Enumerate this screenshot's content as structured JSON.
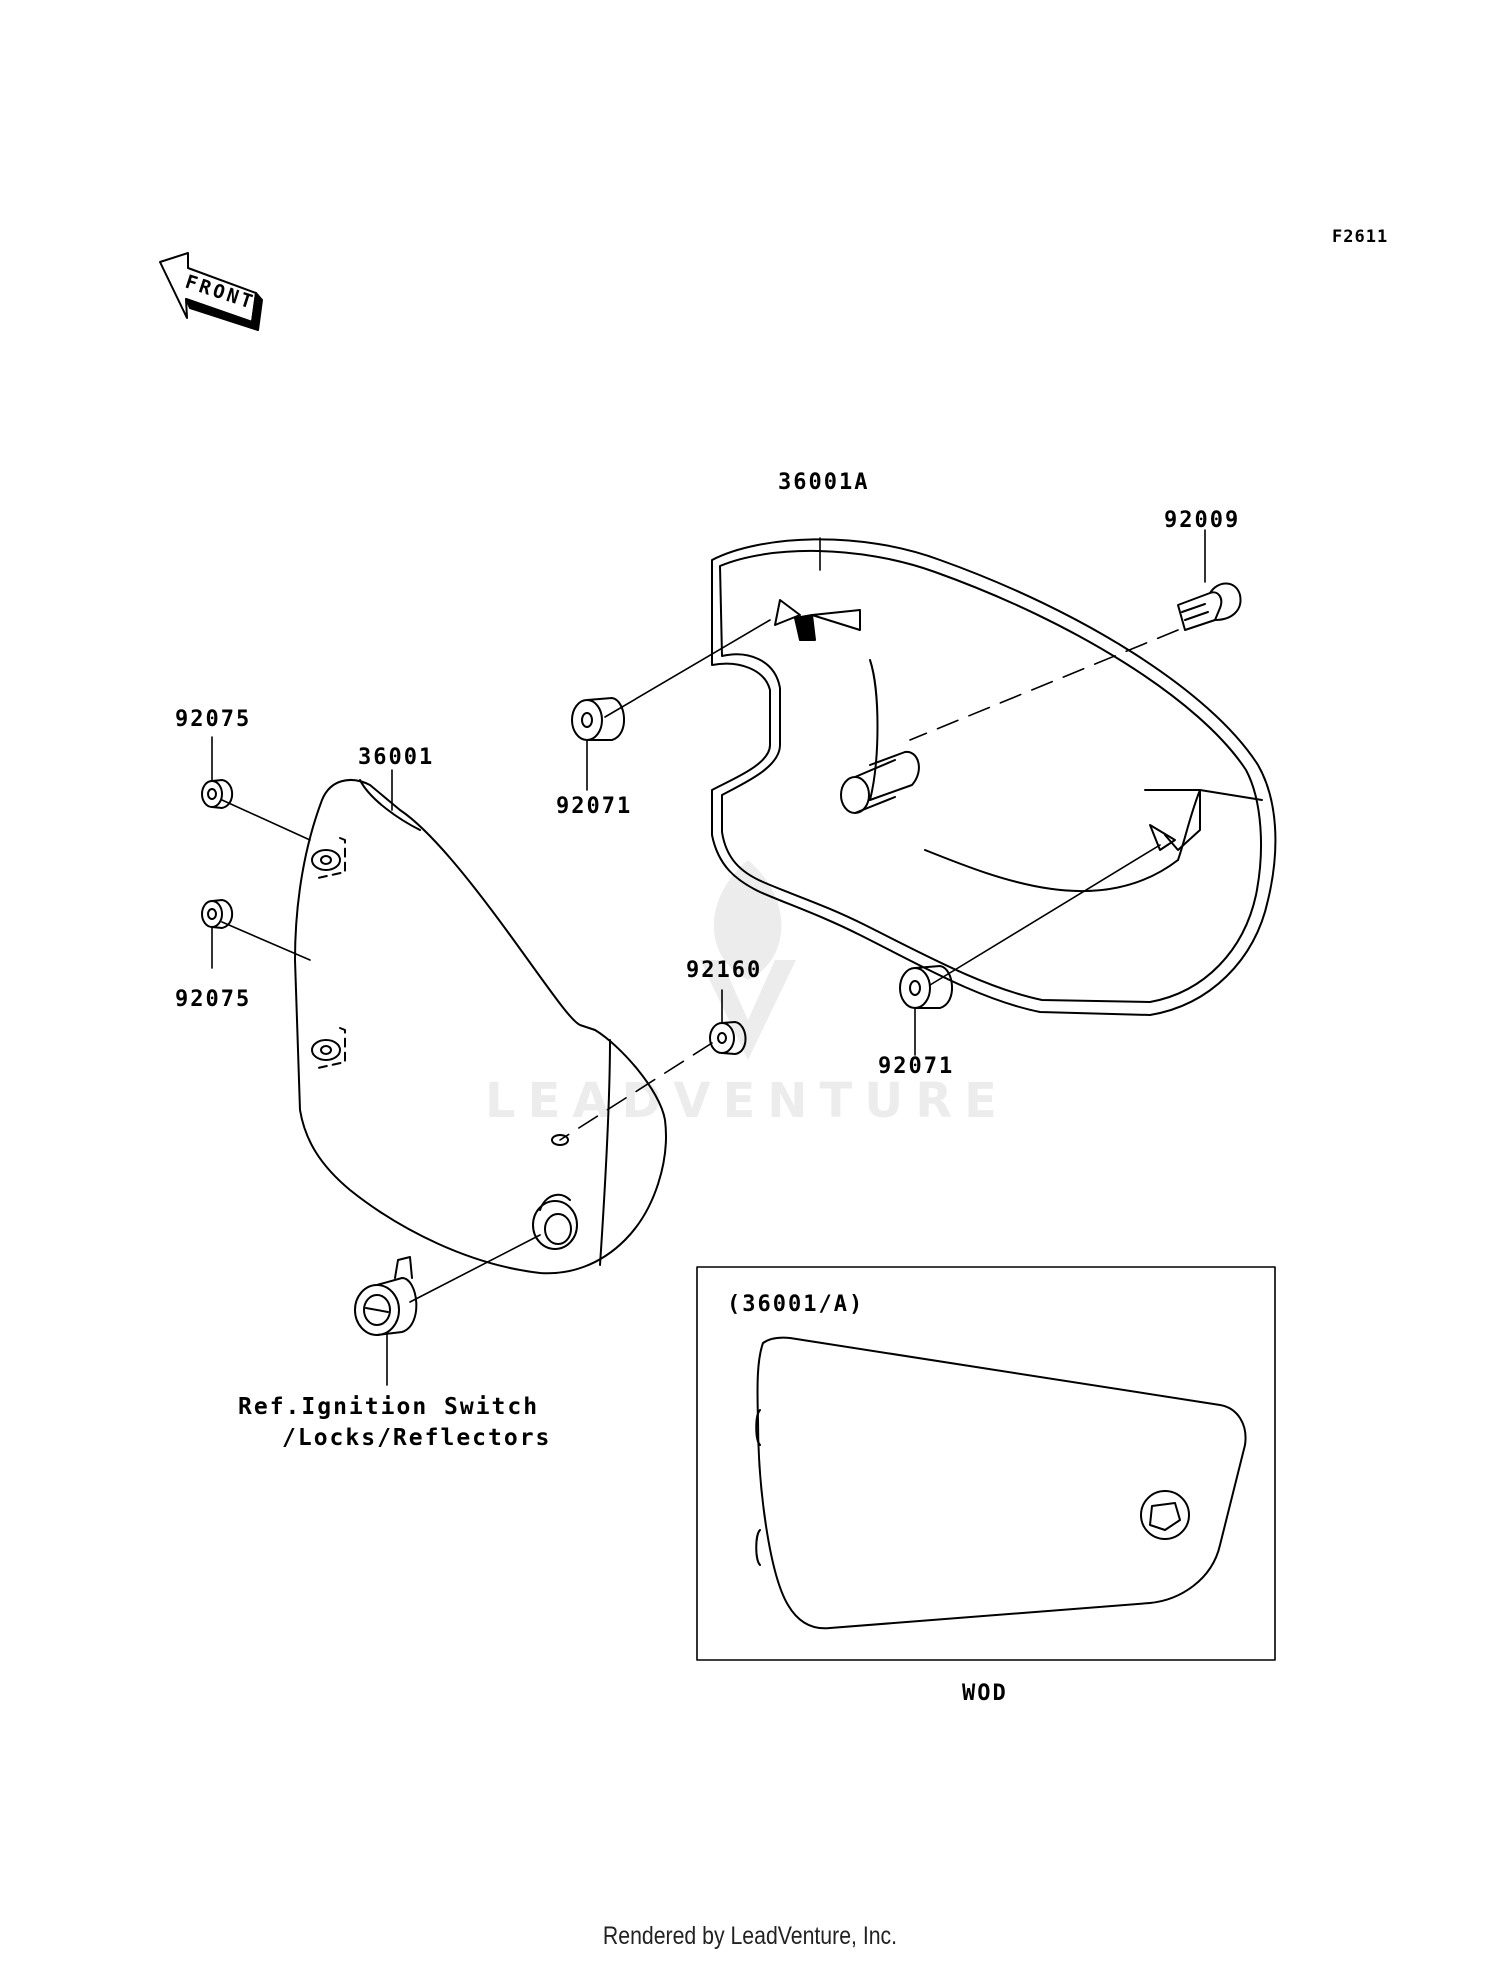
{
  "diagram_code": "F2611",
  "front_arrow_text": "FRONT",
  "callouts": {
    "part_36001A": "36001A",
    "part_92009": "92009",
    "part_92071_upper": "92071",
    "part_92071_lower": "92071",
    "part_92075_upper": "92075",
    "part_92075_lower": "92075",
    "part_36001": "36001",
    "part_92160": "92160"
  },
  "reference": {
    "line1": "Ref.Ignition Switch",
    "line2": "/Locks/Reflectors"
  },
  "inset": {
    "title": "(36001/A)",
    "caption": "WOD"
  },
  "watermark_text": "LEADVENTURE",
  "footer": "Rendered by LeadVenture, Inc.",
  "colors": {
    "line": "#000000",
    "background": "#ffffff"
  }
}
